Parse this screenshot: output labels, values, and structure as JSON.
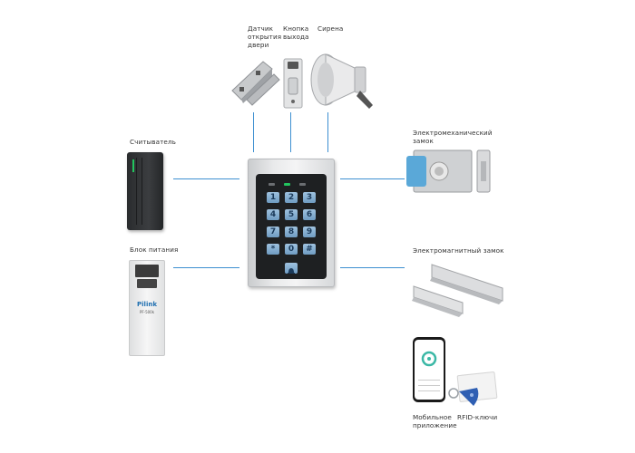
{
  "labels": {
    "door_sensor": "Датчик\nоткрытия\nдвери",
    "exit_button": "Кнопка\nвыхода",
    "siren": "Сирена",
    "reader": "Считыватель",
    "power_supply": "Блок питания",
    "em_lock": "Электромеханический\nзамок",
    "mag_lock": "Электромагнитный замок",
    "mobile_app": "Мобильное\nприложение",
    "rfid_keys": "RFID-ключи"
  },
  "keypad": {
    "keys": [
      "1",
      "2",
      "3",
      "4",
      "5",
      "6",
      "7",
      "8",
      "9",
      "*",
      "0",
      "#"
    ]
  },
  "psu": {
    "brand": "Pilink",
    "model": "PF-500k"
  },
  "colors": {
    "connector": "#3d8fd1",
    "led_green": "#22c55e",
    "led_gray": "#6b6e72",
    "app_accent": "#3bb8a6"
  }
}
